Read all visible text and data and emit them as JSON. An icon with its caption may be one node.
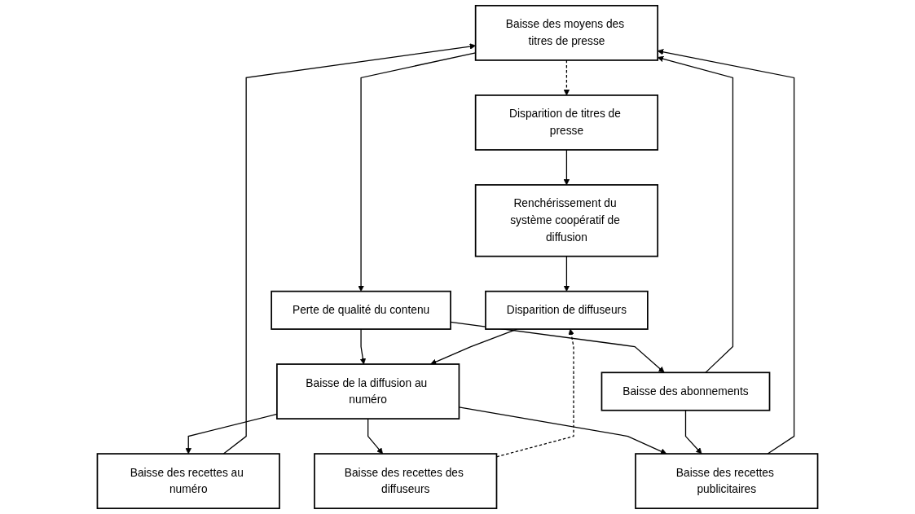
{
  "diagram": {
    "nodes": [
      {
        "text": [
          "Baisse des moyens des titres de presse"
        ]
      },
      {
        "text": [
          "Disparition de titres de presse"
        ]
      },
      {
        "text": [
          "Perte de qualité du contenu"
        ]
      },
      {
        "text": [
          "Baisse de la diffusion au numéro"
        ]
      },
      {
        "text": [
          "Baisse des abonnements"
        ]
      },
      {
        "text": [
          "Baisse des recettes au numéro"
        ]
      },
      {
        "text": [
          "Baisse des recettes des diffuseurs"
        ]
      },
      {
        "text": [
          "Baisse des recettes publicitaires"
        ]
      },
      {
        "text": [
          "Disparition de diffuseurs"
        ]
      },
      {
        "text": [
          "Renchérissement du système coopératif de diffusion"
        ]
      }
    ],
    "edges": [
      {
        "from": 0,
        "to": 1,
        "arrow": "to",
        "style": "dashed"
      },
      {
        "from": 0,
        "to": 2,
        "arrow": "to"
      },
      {
        "from": 2,
        "to": 3,
        "arrow": "to"
      },
      {
        "from": 2,
        "to": 4,
        "arrow": "to"
      },
      {
        "from": 4,
        "to": 0,
        "arrow": "to"
      },
      {
        "from": 3,
        "to": 5,
        "arrow": "to"
      },
      {
        "from": 3,
        "to": 6,
        "arrow": "to"
      },
      {
        "from": 3,
        "to": 7,
        "arrow": "to"
      },
      {
        "from": 4,
        "to": 7,
        "arrow": "to"
      },
      {
        "from": 5,
        "to": 0,
        "arrow": "to"
      },
      {
        "from": 7,
        "to": 0,
        "arrow": "to"
      },
      {
        "from": 6,
        "to": 8,
        "arrow": "to",
        "style": "dashed"
      },
      {
        "from": 8,
        "to": 3,
        "arrow": "to"
      },
      {
        "from": 1,
        "to": 9,
        "arrow": "to"
      },
      {
        "from": 9,
        "to": 8,
        "arrow": "to"
      }
    ]
  }
}
